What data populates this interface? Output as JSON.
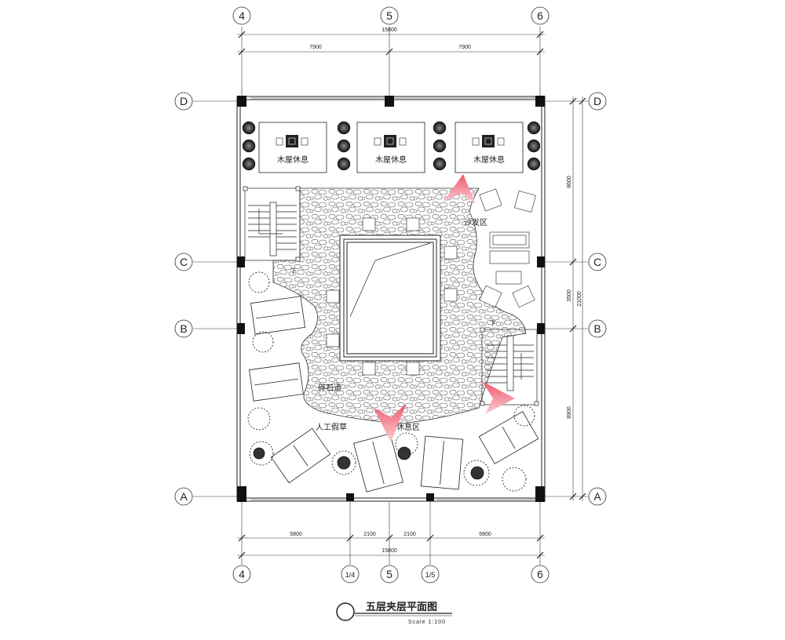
{
  "grid": {
    "top": [
      "4",
      "5",
      "6"
    ],
    "bottom": [
      "4",
      "1/4",
      "5",
      "1/5",
      "6"
    ],
    "left": [
      "D",
      "C",
      "B",
      "A"
    ],
    "right": [
      "D",
      "C",
      "B",
      "A"
    ]
  },
  "dimensions": {
    "top_total": "15800",
    "top_left": "7900",
    "top_right": "7900",
    "right_top": "8600",
    "right_middle": "3500",
    "right_bottom": "8900",
    "right_total": "21000",
    "bottom_segments": [
      "5800",
      "2100",
      "2100",
      "5800"
    ],
    "bottom_total": "15800"
  },
  "rooms": {
    "cabin_left": "木屋休息",
    "cabin_center": "木屋休息",
    "cabin_right": "木屋休息",
    "sofa_area": "沙发区",
    "gravel_path": "碎石道",
    "artificial_turf": "人工假草",
    "rest_area": "休息区"
  },
  "stair_labels": [
    "下",
    "下"
  ],
  "title": {
    "main": "五层夹层平面图",
    "scale": "Scale 1:100"
  },
  "colors": {
    "line": "#222222",
    "arrow": "#f0556a",
    "column": "#111111"
  }
}
